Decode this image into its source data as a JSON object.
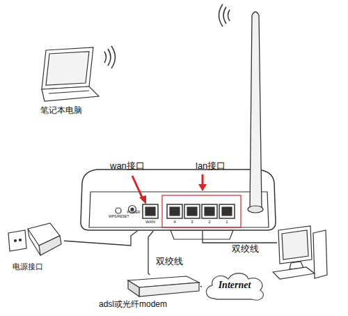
{
  "diagram": {
    "nodes": [
      {
        "text": [
          "笔记本电脑"
        ]
      },
      {
        "text": [
          "WPS/RESET",
          "POWER",
          "WAN",
          "4",
          "3",
          "2",
          "1"
        ]
      },
      {
        "text": [
          "电源接口"
        ]
      },
      {
        "text": [
          "adsl或光纤modem"
        ]
      },
      {
        "text": [
          "Internet"
        ]
      }
    ],
    "edges": [
      {
        "from": 2,
        "to": 1,
        "arrow": "none"
      },
      {
        "from": 1,
        "to": 3,
        "label": "双绞线",
        "arrow": "none"
      },
      {
        "from": 3,
        "to": 4,
        "arrow": "none"
      }
    ],
    "labels": [
      "wan接口",
      "lan接口",
      "双绞线"
    ]
  }
}
